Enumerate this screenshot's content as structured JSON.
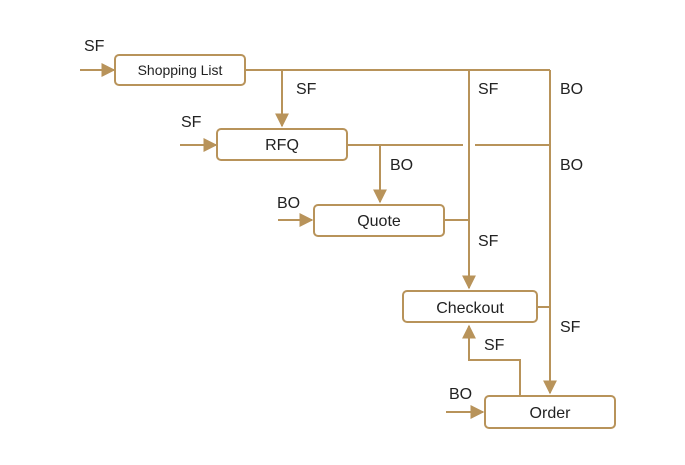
{
  "colors": {
    "stroke": "#b8935a",
    "text": "#222222",
    "background": "#ffffff"
  },
  "nodes": {
    "shopping_list": "Shopping List",
    "rfq": "RFQ",
    "quote": "Quote",
    "checkout": "Checkout",
    "order": "Order"
  },
  "labels": {
    "shopping_list_input": "SF",
    "rfq_input": "SF",
    "quote_input": "BO",
    "order_input": "BO",
    "shopping_list_to_rfq": "SF",
    "shopping_list_to_checkout": "SF",
    "shopping_list_to_order": "BO",
    "rfq_to_quote": "BO",
    "rfq_to_order": "BO",
    "quote_to_checkout": "SF",
    "checkout_to_order": "SF",
    "order_to_checkout": "SF"
  }
}
